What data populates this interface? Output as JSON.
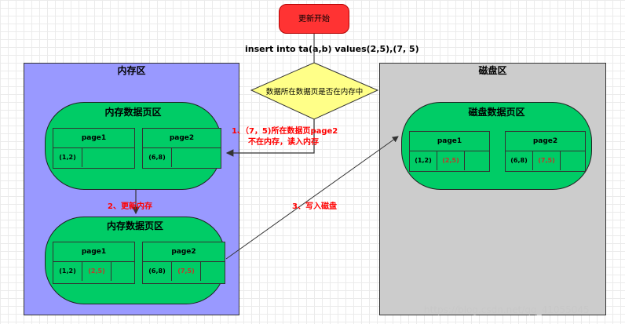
{
  "start_label": "更新开始",
  "sql_text": "insert into ta(a,b) values(2,5),(7, 5)",
  "memory_region": {
    "title": "内存区"
  },
  "disk_region": {
    "title": "磁盘区"
  },
  "decision_label": "数据所在数据页是否在内存中",
  "memory_pool_top": {
    "title": "内存数据页区",
    "pages": [
      {
        "name": "page1",
        "cells": [
          "(1,2)",
          ""
        ]
      },
      {
        "name": "page2",
        "cells": [
          "(6,8)",
          ""
        ]
      }
    ]
  },
  "memory_pool_bottom": {
    "title": "内存数据页区",
    "pages": [
      {
        "name": "page1",
        "cells": [
          "(1,2)",
          "(2,5)",
          ""
        ]
      },
      {
        "name": "page2",
        "cells": [
          "(6,8)",
          "(7,5)",
          ""
        ]
      }
    ]
  },
  "disk_pool": {
    "title": "磁盘数据页区",
    "pages": [
      {
        "name": "page1",
        "cells": [
          "(1,2)",
          "(2,5)",
          ""
        ]
      },
      {
        "name": "page2",
        "cells": [
          "(6,8)",
          "(7,5)",
          ""
        ]
      }
    ]
  },
  "annotations": {
    "step1_line1": "1、（7，5)所在数据页page2",
    "step1_line2": "不在内存，读入内存",
    "step2": "2、更新内存",
    "step3": "3、写入磁盘"
  },
  "watermark": "https://blog.csdn.net/qq_41055045",
  "colors": {
    "memory_region": "#9999ff",
    "disk_region": "#cccccc",
    "pool": "#00cc66",
    "start": "#ff3333",
    "decision": "#ffff88",
    "annotation": "#ff0000"
  }
}
